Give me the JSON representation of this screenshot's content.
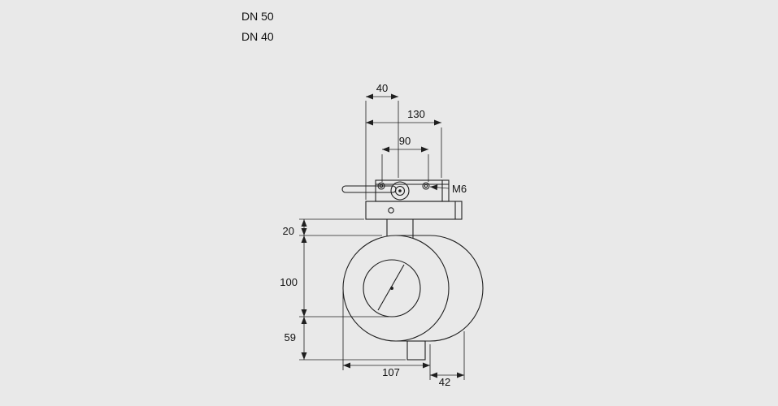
{
  "labels": {
    "dn_primary": "DN 50",
    "dn_secondary": "DN 40"
  },
  "drawing": {
    "subject": "butterfly-valve-dimension-drawing",
    "background": "#e9e9e9",
    "line_color": "#1f1f1f"
  },
  "dimensions": {
    "lever_offset": "40",
    "overall_width": "130",
    "hole_spacing": "90",
    "thread_size": "M6",
    "neck_height": "20",
    "axis_height": "100",
    "lower_section": "59",
    "body_od": "107",
    "body_depth": "42"
  }
}
